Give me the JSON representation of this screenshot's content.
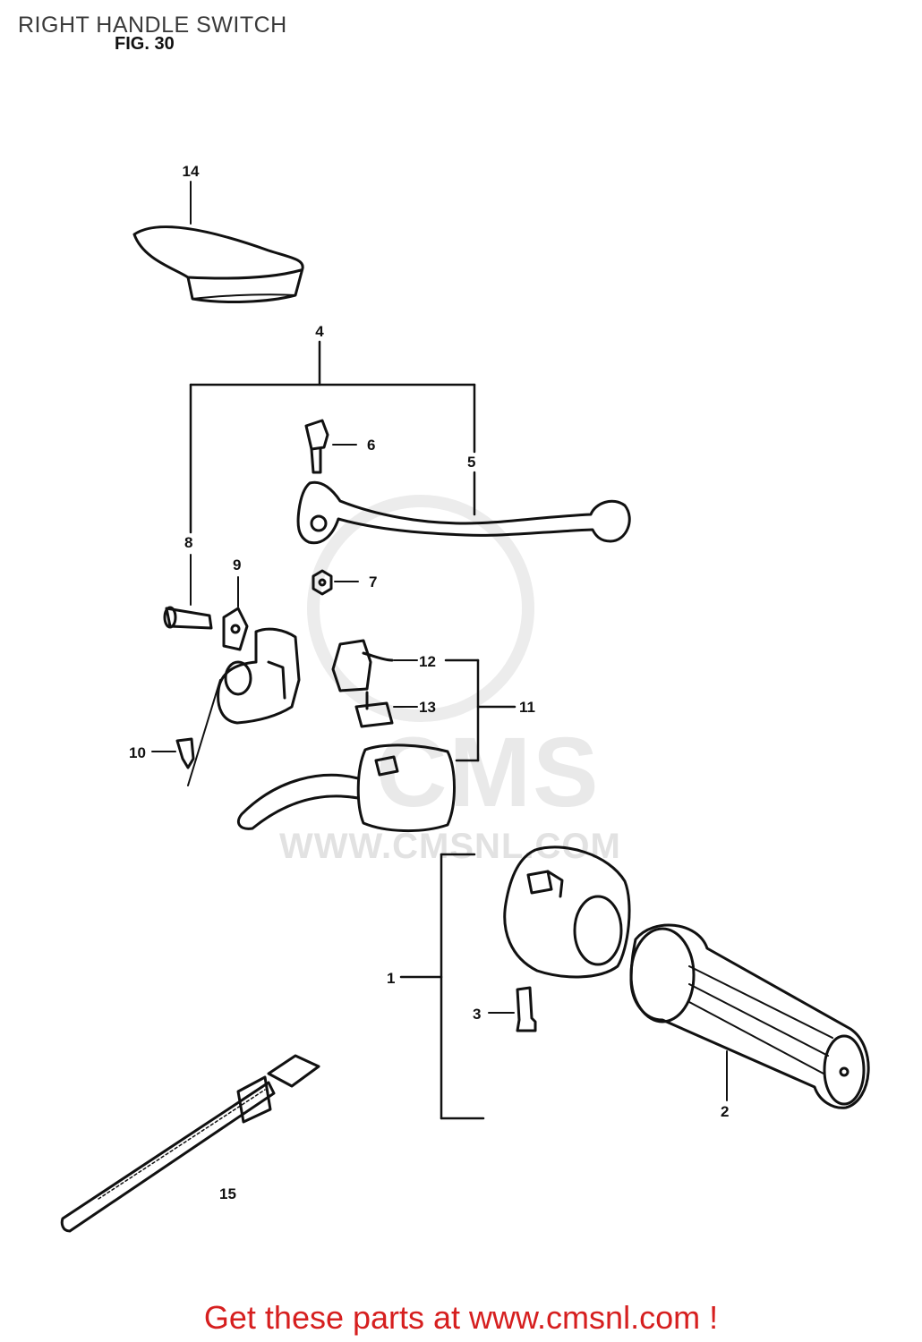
{
  "header": {
    "title": "RIGHT HANDLE SWITCH",
    "fig_label": "FIG. 30"
  },
  "watermark": {
    "logo_text": "CMS",
    "url_text": "WWW.CMSNL.COM"
  },
  "callouts": [
    "1",
    "2",
    "3",
    "4",
    "5",
    "6",
    "7",
    "8",
    "9",
    "10",
    "11",
    "12",
    "13",
    "14",
    "15"
  ],
  "footer": {
    "link_text": "Get these parts at www.cmsnl.com !"
  },
  "colors": {
    "footer": "#d61f1f",
    "lines": "#111111",
    "watermark": "#e9e9e9"
  }
}
